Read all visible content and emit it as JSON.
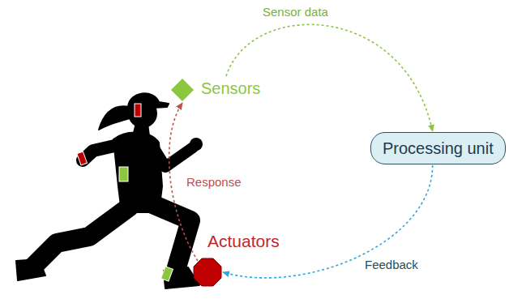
{
  "diagram": {
    "nodes": [
      {
        "text": [
          "Sensors"
        ]
      },
      {
        "text": [
          "Processing unit"
        ]
      },
      {
        "text": [
          "Actuators"
        ]
      }
    ],
    "edges": [
      {
        "from": 0,
        "to": 1,
        "label": "Sensor data",
        "arrow": "to"
      },
      {
        "from": 1,
        "to": 2,
        "label": "Feedback",
        "arrow": "to"
      },
      {
        "from": 2,
        "to": 0,
        "label": "Response",
        "arrow": "to"
      }
    ]
  }
}
